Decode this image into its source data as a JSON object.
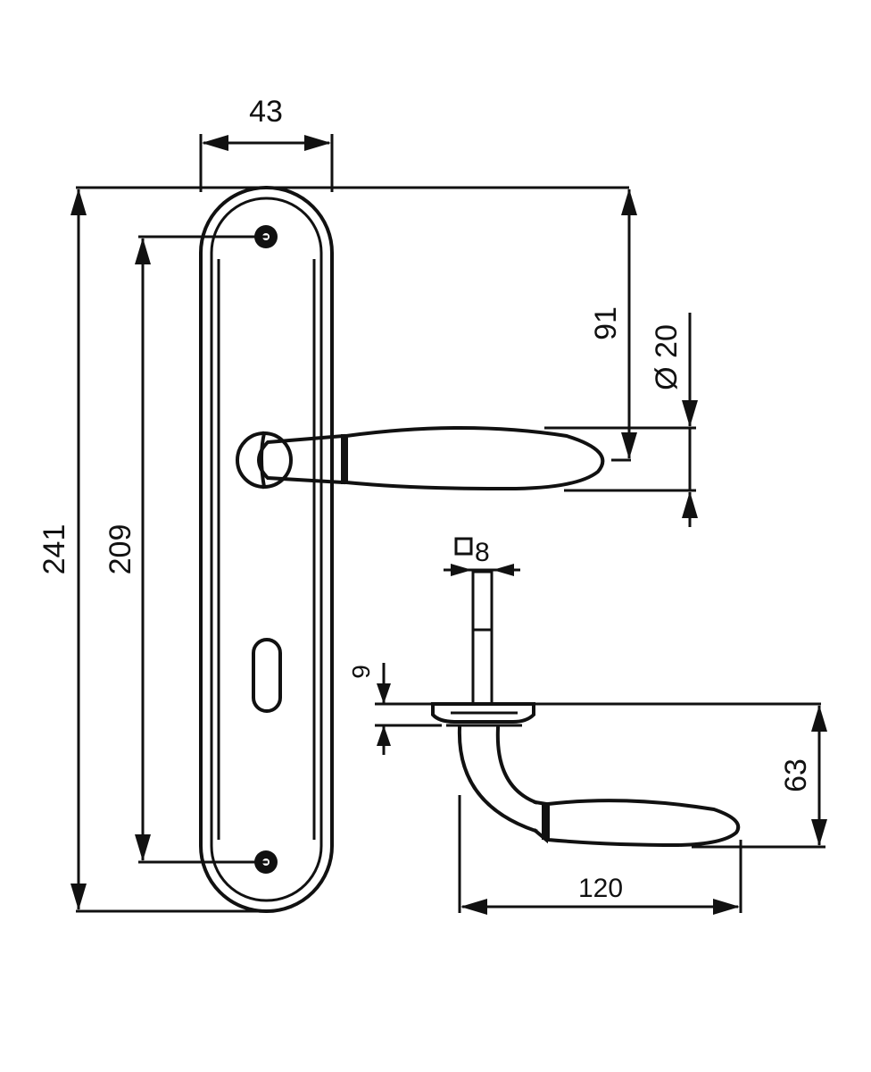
{
  "dimensions": {
    "plate_width": "43",
    "total_height": "241",
    "screw_spacing": "209",
    "handle_height": "91",
    "rose_diameter": "Ø 20",
    "spindle_square": "8",
    "plate_thickness": "9",
    "lever_projection": "63",
    "lever_length": "120"
  },
  "colors": {
    "line": "#111111",
    "background": "#ffffff"
  }
}
